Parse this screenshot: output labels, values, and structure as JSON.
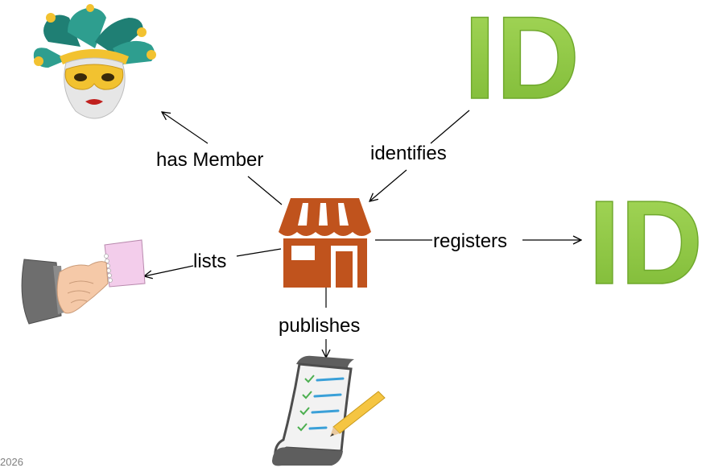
{
  "diagram": {
    "labels": {
      "has_member": "has Member",
      "identifies": "identifies",
      "registers": "registers",
      "lists": "lists",
      "publishes": "publishes"
    },
    "id_glyphs": {
      "top": "ID",
      "right": "ID"
    },
    "colors": {
      "store": "#C0531D",
      "id_green": "#8CC63E",
      "id_green_dark": "#6FA82C",
      "mask_teal": "#2E9E8F",
      "mask_gold": "#F2C230"
    },
    "icons": {
      "center": "storefront-icon",
      "top_left": "jester-mask-icon",
      "top_right": "id-icon",
      "right": "id-icon",
      "left": "handshake-icon",
      "bottom": "checklist-scroll-icon"
    }
  },
  "footer": {
    "partial_text": "2026"
  }
}
